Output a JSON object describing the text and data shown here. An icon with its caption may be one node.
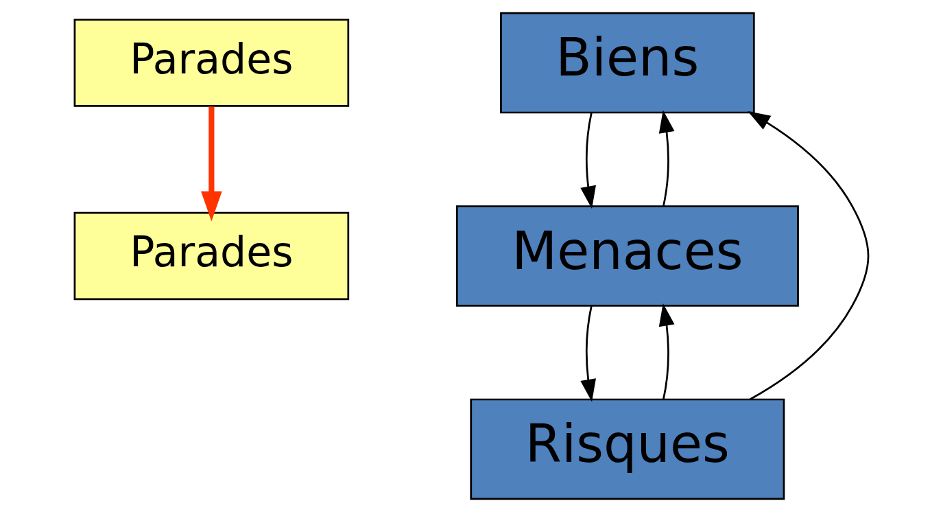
{
  "diagram": {
    "nodes": [
      {
        "text": [
          "Parades"
        ]
      },
      {
        "text": [
          "Biens"
        ]
      },
      {
        "text": [
          "Menaces"
        ]
      },
      {
        "text": [
          "Risques"
        ]
      },
      {
        "text": [
          "Parades"
        ]
      }
    ],
    "edges": [
      {
        "from": 1,
        "to": 2,
        "arrow": "to"
      },
      {
        "from": 2,
        "to": 1,
        "arrow": "to"
      },
      {
        "from": 2,
        "to": 3,
        "arrow": "to"
      },
      {
        "from": 3,
        "to": 1,
        "arrow": "to"
      },
      {
        "from": 3,
        "to": 2,
        "arrow": "to"
      },
      {
        "from": 4,
        "to": 0,
        "arrow": "to",
        "style": "thick",
        "color": "#ff3300"
      }
    ]
  }
}
